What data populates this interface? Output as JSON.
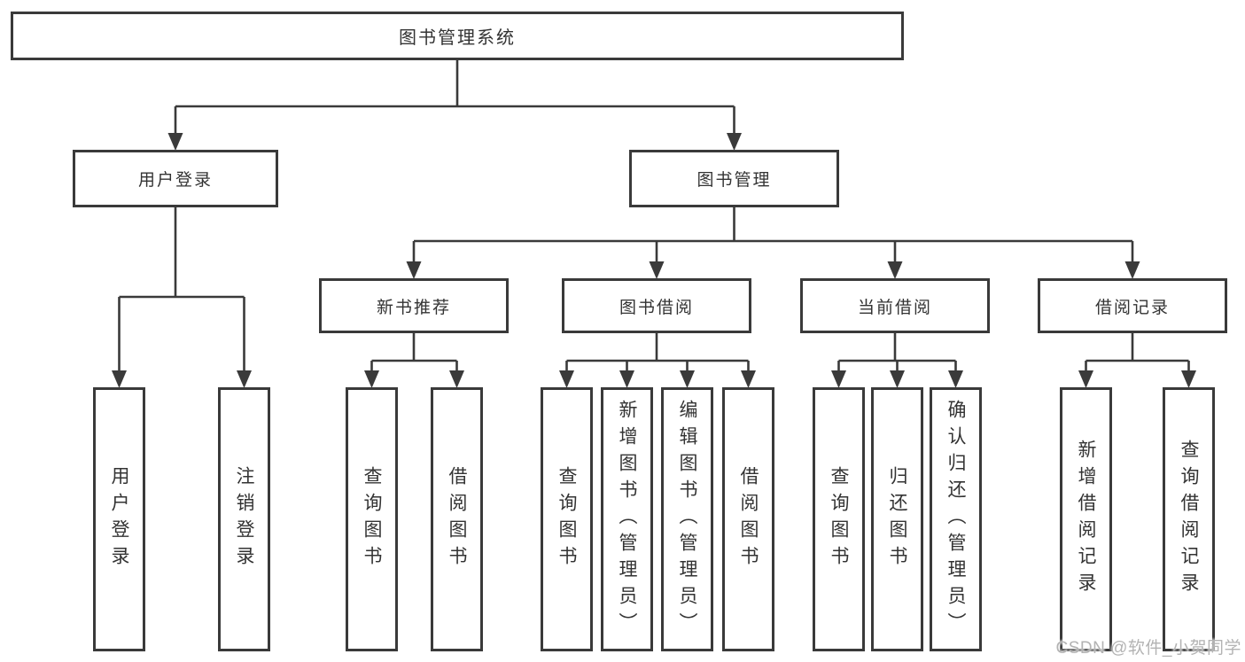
{
  "diagram": {
    "title": "图书管理系统",
    "nodes": [
      {
        "id": "root",
        "label": "图书管理系统",
        "orientation": "horizontal",
        "level": 1
      },
      {
        "id": "user-login",
        "label": "用户登录",
        "orientation": "horizontal",
        "level": 2
      },
      {
        "id": "book-mgmt",
        "label": "图书管理",
        "orientation": "horizontal",
        "level": 2
      },
      {
        "id": "new-book-rec",
        "label": "新书推荐",
        "orientation": "horizontal",
        "level": 3
      },
      {
        "id": "book-borrow",
        "label": "图书借阅",
        "orientation": "horizontal",
        "level": 3
      },
      {
        "id": "current-borrow",
        "label": "当前借阅",
        "orientation": "horizontal",
        "level": 3
      },
      {
        "id": "borrow-record",
        "label": "借阅记录",
        "orientation": "horizontal",
        "level": 3
      },
      {
        "id": "user-login-leaf",
        "label": "用户登录",
        "orientation": "vertical",
        "level": 4
      },
      {
        "id": "logout",
        "label": "注销登录",
        "orientation": "vertical",
        "level": 4
      },
      {
        "id": "nb-query-book",
        "label": "查询图书",
        "orientation": "vertical",
        "level": 4
      },
      {
        "id": "nb-borrow-book",
        "label": "借阅图书",
        "orientation": "vertical",
        "level": 4
      },
      {
        "id": "bb-query-book",
        "label": "查询图书",
        "orientation": "vertical",
        "level": 4
      },
      {
        "id": "bb-add-book",
        "label": "新增图书（管理员）",
        "orientation": "vertical",
        "level": 4
      },
      {
        "id": "bb-edit-book",
        "label": "编辑图书（管理员）",
        "orientation": "vertical",
        "level": 4
      },
      {
        "id": "bb-borrow-book",
        "label": "借阅图书",
        "orientation": "vertical",
        "level": 4
      },
      {
        "id": "cb-query-book",
        "label": "查询图书",
        "orientation": "vertical",
        "level": 4
      },
      {
        "id": "cb-return-book",
        "label": "归还图书",
        "orientation": "vertical",
        "level": 4
      },
      {
        "id": "cb-confirm-return",
        "label": "确认归还（管理员）",
        "orientation": "vertical",
        "level": 4
      },
      {
        "id": "br-add-record",
        "label": "新增借阅记录",
        "orientation": "vertical",
        "level": 4
      },
      {
        "id": "br-query-record",
        "label": "查询借阅记录",
        "orientation": "vertical",
        "level": 4
      }
    ],
    "edges": [
      {
        "from": "root",
        "to": [
          "user-login",
          "book-mgmt"
        ]
      },
      {
        "from": "user-login",
        "to": [
          "user-login-leaf",
          "logout"
        ]
      },
      {
        "from": "book-mgmt",
        "to": [
          "new-book-rec",
          "book-borrow",
          "current-borrow",
          "borrow-record"
        ]
      },
      {
        "from": "new-book-rec",
        "to": [
          "nb-query-book",
          "nb-borrow-book"
        ]
      },
      {
        "from": "book-borrow",
        "to": [
          "bb-query-book",
          "bb-add-book",
          "bb-edit-book",
          "bb-borrow-book"
        ]
      },
      {
        "from": "current-borrow",
        "to": [
          "cb-query-book",
          "cb-return-book",
          "cb-confirm-return"
        ]
      },
      {
        "from": "borrow-record",
        "to": [
          "br-add-record",
          "br-query-record"
        ]
      }
    ]
  },
  "colors": {
    "line": "#3a3a3a",
    "text": "#333333",
    "background": "#ffffff",
    "watermark": "#b3b3b3"
  },
  "watermark": {
    "text": "CSDN @软件_小贺同学"
  }
}
